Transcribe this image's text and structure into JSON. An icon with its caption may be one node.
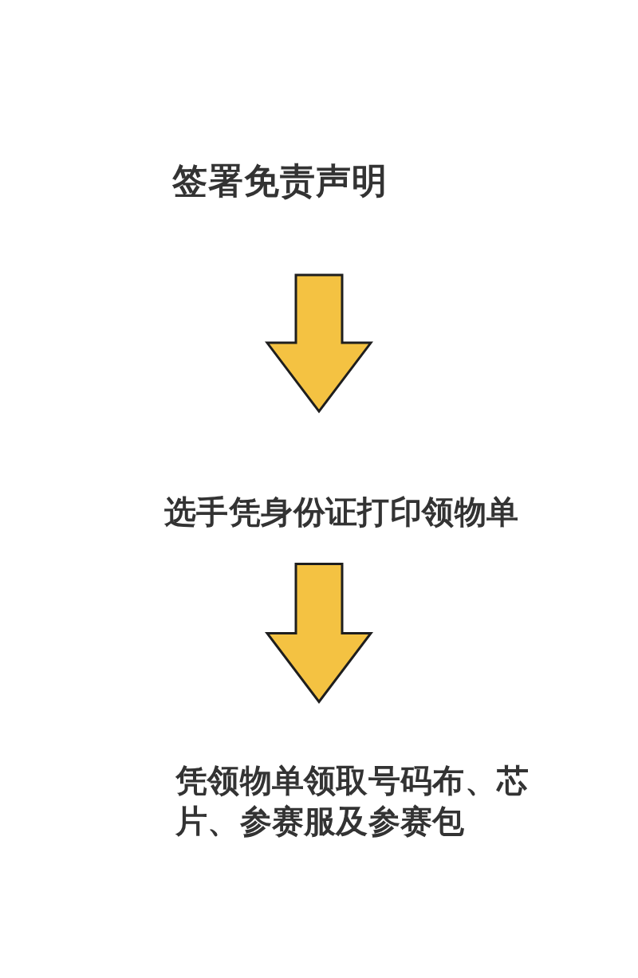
{
  "diagram": {
    "nodes": [
      {
        "text": [
          "签署免责声明"
        ]
      },
      {
        "text": [
          "选手凭身份证打印领物单"
        ]
      },
      {
        "text": [
          "凭领物单领取号码布、芯片、参赛服及参赛包"
        ]
      }
    ],
    "edges": [
      {
        "from": 0,
        "to": 1,
        "arrow": "to"
      },
      {
        "from": 1,
        "to": 2,
        "arrow": "to"
      }
    ]
  }
}
